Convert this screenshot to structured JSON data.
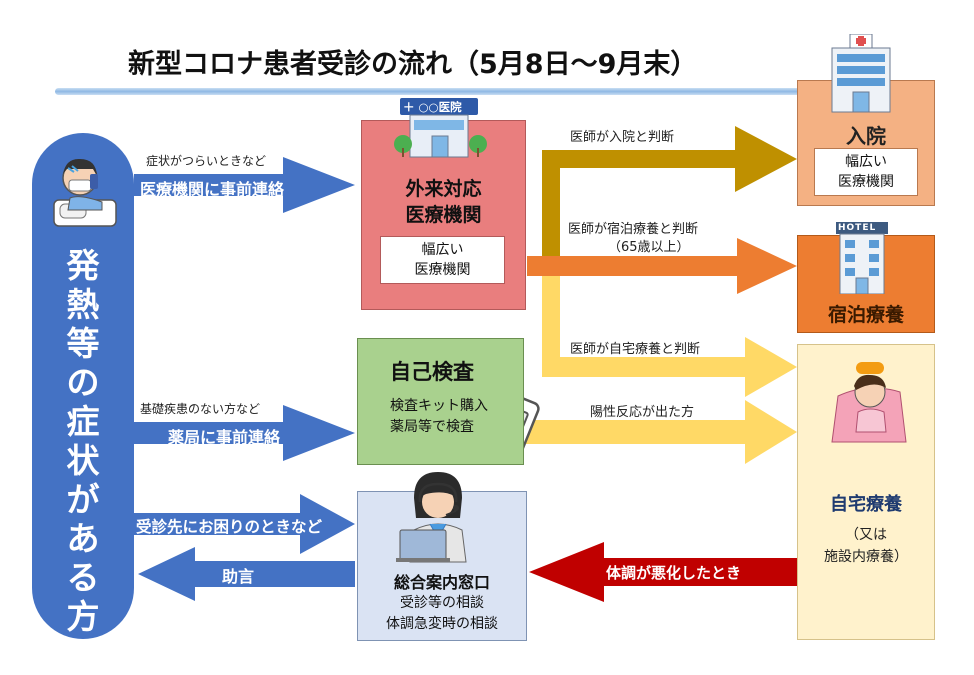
{
  "title": "新型コロナ患者受診の流れ（5月8日～9月末）",
  "patient": {
    "label": "発熱等の症状がある方",
    "color": "#4472C4"
  },
  "left_arrows": {
    "severe_note": "症状がつらいときなど",
    "severe_label": "医療機関に事前連絡",
    "healthy_note": "基礎疾患のない方など",
    "healthy_label": "薬局に事前連絡",
    "trouble_label": "受診先にお困りのときなど",
    "advice_label": "助言"
  },
  "outpatient": {
    "hospital_sign": "＋ ○○医院",
    "title_line1": "外来対応",
    "title_line2": "医療機関",
    "sub_line1": "幅広い",
    "sub_line2": "医療機関",
    "color": "#E97E7E"
  },
  "selftest": {
    "title": "自己検査",
    "line1": "検査キット購入",
    "line2": "薬局等で検査",
    "color": "#A9D18E"
  },
  "helpdesk": {
    "title": "総合案内窓口",
    "line1": "受診等の相談",
    "line2": "体調急変時の相談",
    "color": "#DAE3F3"
  },
  "admission": {
    "title": "入院",
    "sub_line1": "幅広い",
    "sub_line2": "医療機関",
    "color": "#F4B183"
  },
  "hotel": {
    "sign": "HOTEL",
    "title": "宿泊療養",
    "color": "#ED7D31"
  },
  "home": {
    "title": "自宅療養",
    "sub_line1": "（又は",
    "sub_line2": "施設内療養）",
    "color": "#FFF2CC"
  },
  "flows": {
    "to_admission": "医師が入院と判断",
    "to_hotel_line1": "医師が宿泊療養と判断",
    "to_hotel_line2": "（65歳以上）",
    "to_home": "医師が自宅療養と判断",
    "positive": "陽性反応が出た方",
    "worsened": "体調が悪化したとき"
  },
  "colors": {
    "arrow_blue": "#4472C4",
    "arrow_gold": "#BF9000",
    "arrow_orange": "#ED7D31",
    "arrow_yellow": "#FFD966",
    "arrow_red": "#C00000",
    "title_rule": "#9DC3E6"
  }
}
